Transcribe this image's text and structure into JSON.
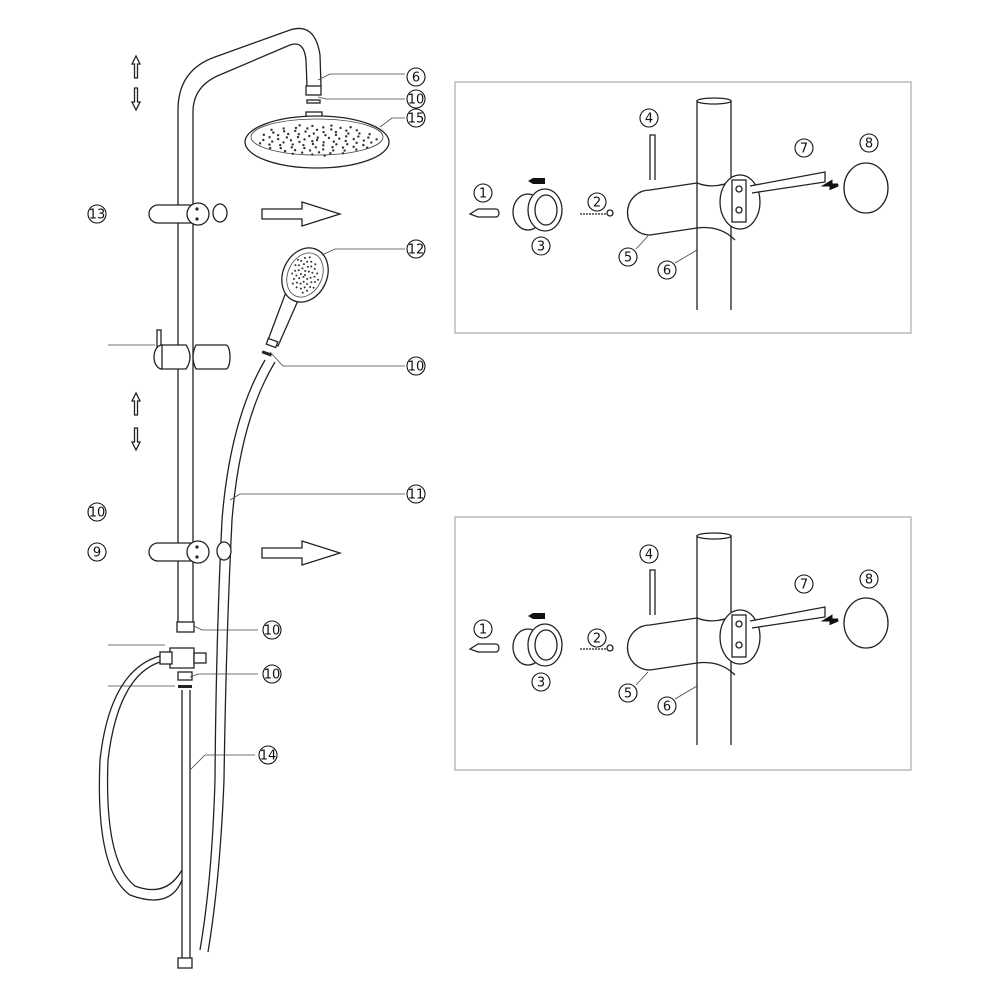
{
  "main_labels": [
    "6",
    "10",
    "15",
    "13",
    "12",
    "10",
    "11",
    "10",
    "9",
    "10",
    "10",
    "14"
  ],
  "detail_panel_1_labels": [
    "1",
    "2",
    "3",
    "4",
    "5",
    "6",
    "7",
    "8"
  ],
  "detail_panel_2_labels": [
    "1",
    "2",
    "3",
    "4",
    "5",
    "6",
    "7",
    "8"
  ],
  "colors": {
    "line": "#222222",
    "panel_border": "#999999",
    "background": "#ffffff"
  }
}
